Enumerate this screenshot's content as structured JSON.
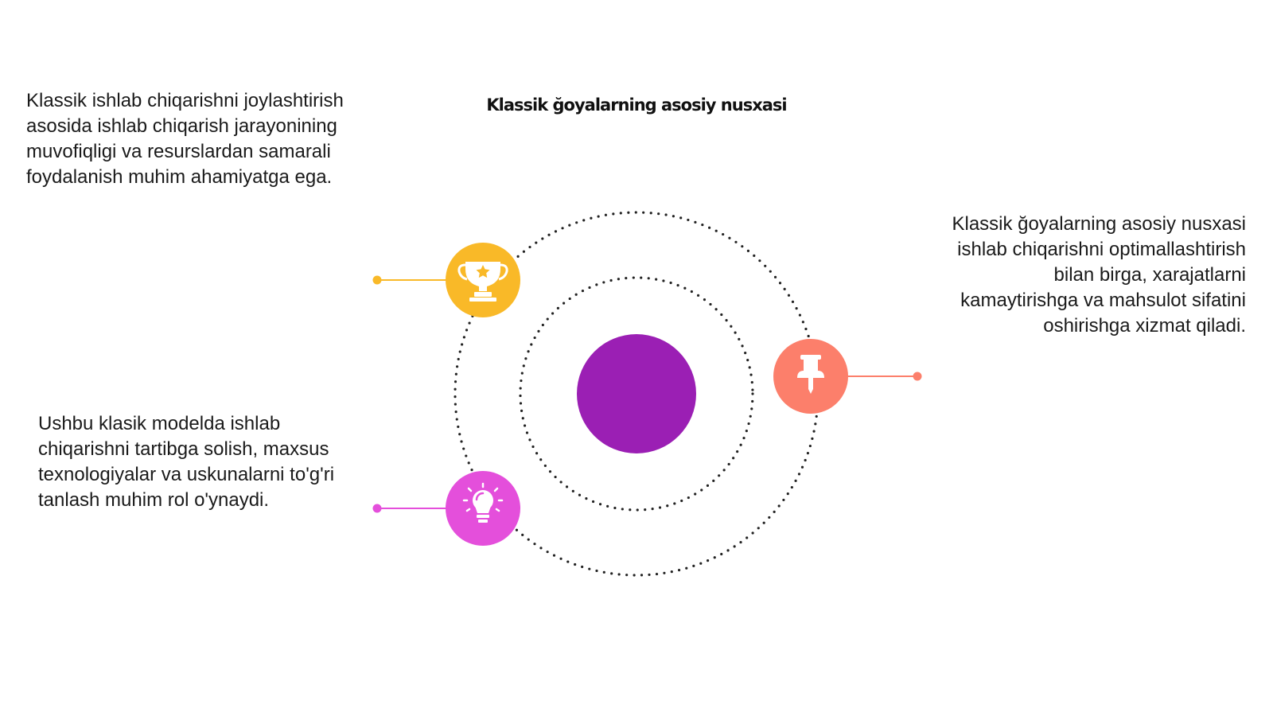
{
  "title": "Klassik ğoyalarning asosiy nusxasi",
  "blocks": {
    "left_top": "Klassik ishlab chiqarishni joylashtirish asosida ishlab chiqarish jarayonining muvofiqligi va resurslardan samarali foydalanish muhim ahamiyatga ega.",
    "left_bottom": "Ushbu klasik modelda ishlab chiqarishni tartibga solish, maxsus texnologiyalar va uskunalarni to'g'ri tanlash muhim rol o'ynaydi.",
    "right": "Klassik ğoyalarning asosiy nusxasi ishlab chiqarishni optimallashtirish bilan birga, xarajatlarni kamaytirishga va mahsulot sifatini oshirishga xizmat qiladi."
  },
  "nodes": [
    {
      "icon": "trophy-icon",
      "color": "#F9B928"
    },
    {
      "icon": "pushpin-icon",
      "color": "#FC7F6B"
    },
    {
      "icon": "lightbulb-icon",
      "color": "#E44FDB"
    }
  ],
  "colors": {
    "center": "#9B1FB4",
    "orbit": "#222222"
  }
}
